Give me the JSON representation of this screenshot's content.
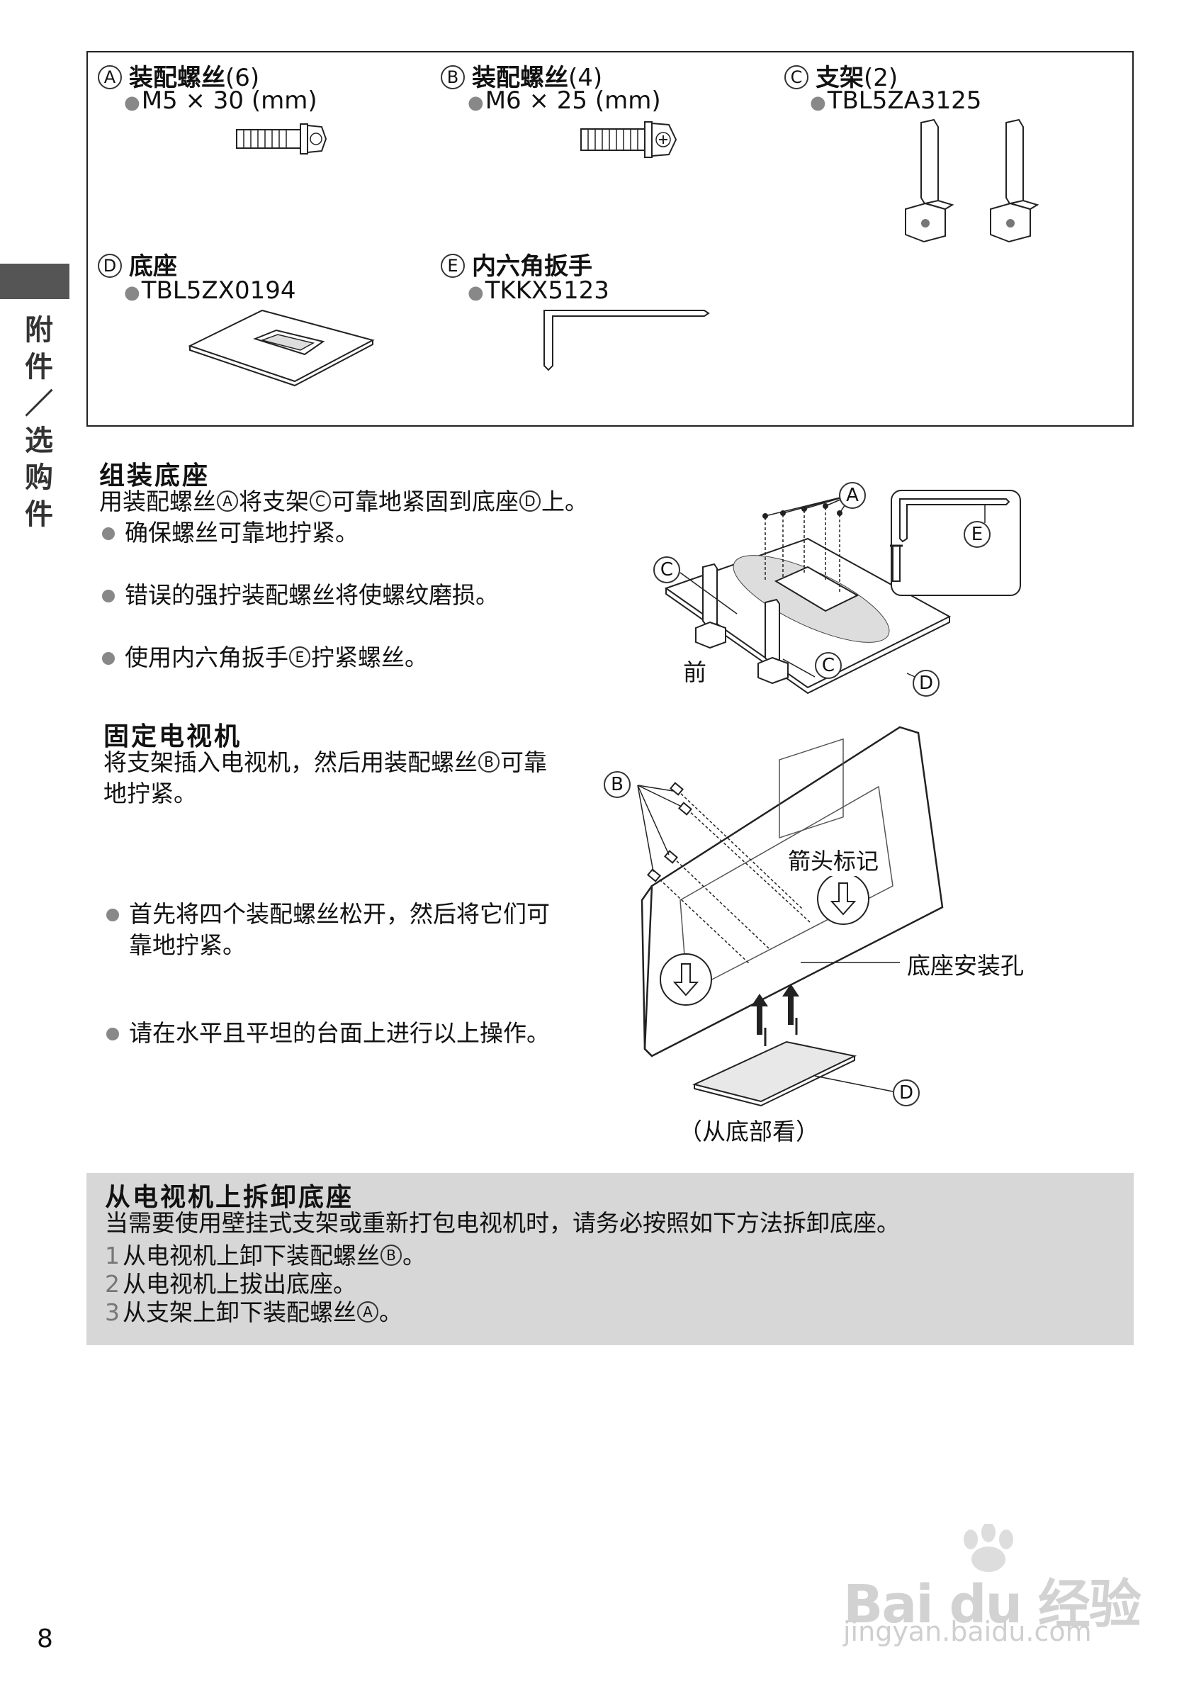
{
  "side_tab": {
    "lines": [
      "附",
      "件",
      "／",
      "选",
      "购",
      "件"
    ]
  },
  "parts": [
    {
      "label": "A",
      "name": "装配螺丝",
      "count": "(6)",
      "spec": "M5 × 30 (mm)"
    },
    {
      "label": "B",
      "name": "装配螺丝",
      "count": "(4)",
      "spec": "M6 × 25 (mm)"
    },
    {
      "label": "C",
      "name": "支架",
      "count": "(2)",
      "spec": "TBL5ZA3125"
    },
    {
      "label": "D",
      "name": "底座",
      "count": "",
      "spec": "TBL5ZX0194"
    },
    {
      "label": "E",
      "name": "内六角扳手",
      "count": "",
      "spec": "TKKX5123"
    }
  ],
  "assemble": {
    "title": "组装底座",
    "intro": [
      "用装配螺丝",
      "A",
      "将支架",
      "C",
      "可靠地紧固到底座",
      "D",
      "上。"
    ],
    "bullets": [
      {
        "text": [
          "确保螺丝可靠地拧紧。"
        ]
      },
      {
        "text": [
          "错误的强拧装配螺丝将使螺纹磨损。"
        ]
      },
      {
        "text": [
          "使用内六角扳手",
          "E",
          "拧紧螺丝。"
        ]
      }
    ],
    "diagram": {
      "front_label": "前",
      "callouts": [
        "A",
        "E",
        "C",
        "C",
        "D"
      ]
    }
  },
  "fix_tv": {
    "title": "固定电视机",
    "intro_lines": [
      [
        "将支架插入电视机，然后用装配螺丝",
        "B",
        "可靠"
      ],
      [
        "地拧紧。"
      ]
    ],
    "bullets": [
      {
        "lines": [
          "首先将四个装配螺丝松开，然后将它们可",
          "靠地拧紧。"
        ]
      },
      {
        "lines": [
          "请在水平且平坦的台面上进行以上操作。"
        ]
      }
    ],
    "diagram": {
      "arrow_mark_label": "箭头标记",
      "hole_label": "底座安装孔",
      "bottom_view_label": "（从底部看）",
      "callouts": [
        "B",
        "D"
      ]
    }
  },
  "remove": {
    "title": "从电视机上拆卸底座",
    "intro": "当需要使用壁挂式支架或重新打包电视机时，请务必按照如下方法拆卸底座。",
    "steps": [
      {
        "num": "1",
        "text": "从电视机上卸下装配螺丝",
        "ref": "B",
        "end": "。"
      },
      {
        "num": "2",
        "text": "从电视机上拔出底座。",
        "ref": "",
        "end": ""
      },
      {
        "num": "3",
        "text": "从支架上卸下装配螺丝",
        "ref": "A",
        "end": "。"
      }
    ]
  },
  "page_number": "8",
  "watermark": {
    "logo": "Bai du 经验",
    "url": "jingyan.baidu.com"
  }
}
